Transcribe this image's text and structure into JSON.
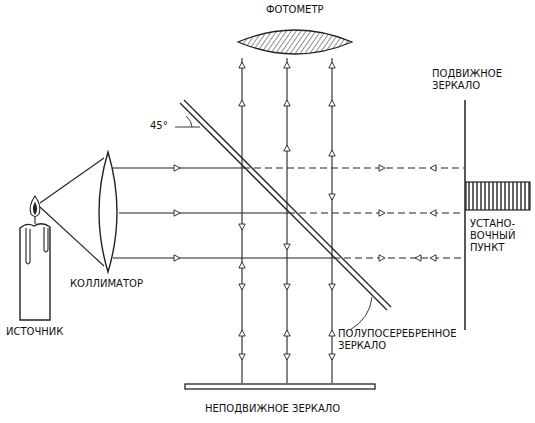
{
  "diagram": {
    "labels": [
      "ФОТОМЕТР",
      "ПОДВИЖНОЕ ЗЕРКАЛО",
      "45°",
      "УСТАНО- ВОЧНЫЙ ПУНКТ",
      "КОЛЛИМАТОР",
      "ИСТОЧНИК",
      "ПОЛУПОСЕРЕБРЕННОЕ ЗЕРКАЛО",
      "НЕПОДВИЖНОЕ ЗЕРКАЛО"
    ]
  }
}
